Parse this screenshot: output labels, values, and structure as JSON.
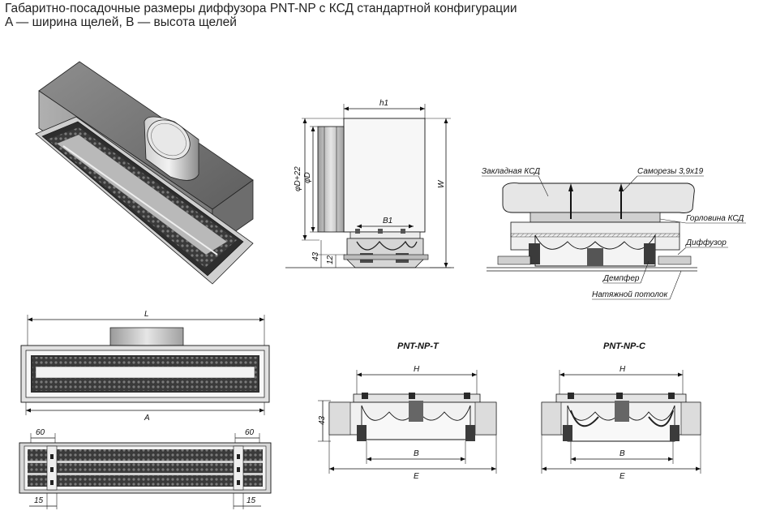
{
  "title": {
    "line1": "Габаритно-посадочные размеры диффузора PNT-NP с КСД стандартной конфигурации",
    "line2": "A — ширина щелей, B — высота щелей"
  },
  "side_view": {
    "h1": "h1",
    "W": "W",
    "phiD22": "φD+22",
    "phiD": "φD",
    "B1": "B1",
    "dim43": "43",
    "dim12": "12"
  },
  "callouts": {
    "zakladnaya": "Закладная КСД",
    "samorezy": "Саморезы 3,9х19",
    "gorlovina": "Горловина КСД",
    "diffuzor": "Диффузор",
    "dempfer": "Демпфер",
    "potolok": "Натяжной потолок"
  },
  "front_view": {
    "L": "L",
    "A": "A"
  },
  "bottom_view": {
    "d60_left": "60",
    "d60_right": "60",
    "d15_left": "15",
    "d15_right": "15"
  },
  "section_t": {
    "name": "PNT-NP-T",
    "H": "H",
    "B": "B",
    "E": "E",
    "dim43": "43"
  },
  "section_c": {
    "name": "PNT-NP-C",
    "H": "H",
    "B": "B",
    "E": "E"
  },
  "colors": {
    "line": "#111111",
    "metal_dark": "#5a5a5a",
    "metal_mid": "#9a9a9a",
    "metal_light": "#d8d8d8"
  }
}
